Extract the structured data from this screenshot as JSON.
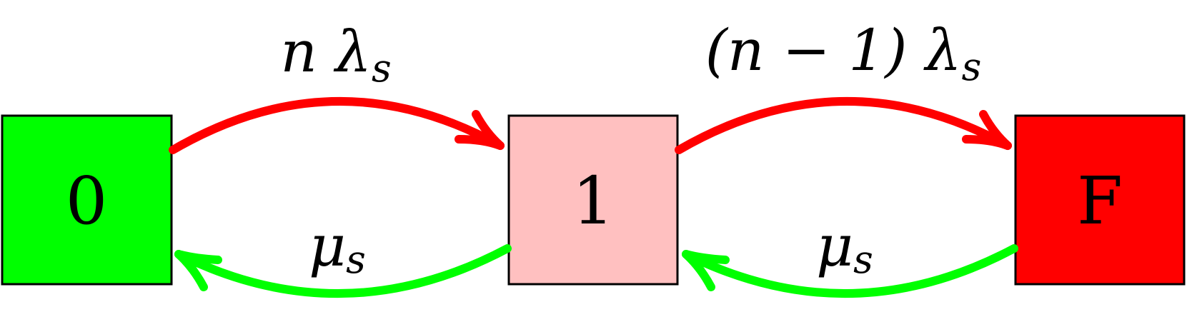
{
  "states": [
    {
      "id": "0",
      "label": "0",
      "color": "#00ff00"
    },
    {
      "id": "1",
      "label": "1",
      "color": "#ffc0c0"
    },
    {
      "id": "F",
      "label": "F",
      "color": "#ff0000"
    }
  ],
  "transitions": [
    {
      "from": "0",
      "to": "1",
      "direction": "forward",
      "color": "#ff0000",
      "label": {
        "main": "n λ",
        "sub": "s"
      }
    },
    {
      "from": "1",
      "to": "F",
      "direction": "forward",
      "color": "#ff0000",
      "label": {
        "main": "(n − 1) λ",
        "sub": "s"
      }
    },
    {
      "from": "1",
      "to": "0",
      "direction": "backward",
      "color": "#00ff00",
      "label": {
        "main": "μ",
        "sub": "s"
      }
    },
    {
      "from": "F",
      "to": "1",
      "direction": "backward",
      "color": "#00ff00",
      "label": {
        "main": "μ",
        "sub": "s"
      }
    }
  ]
}
